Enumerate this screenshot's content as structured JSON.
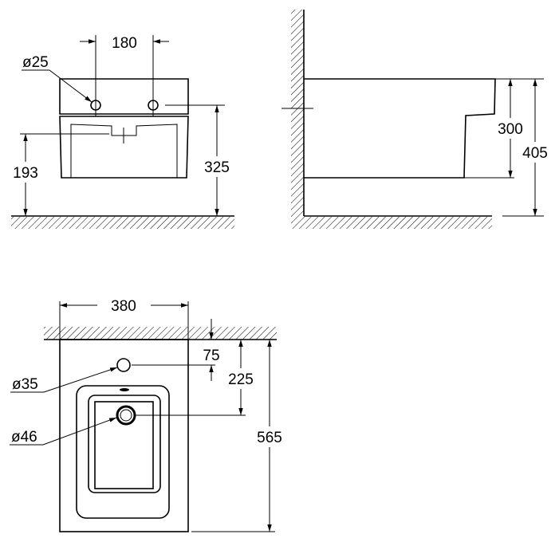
{
  "front_view": {
    "dim_tap_spacing": "180",
    "dim_tap_hole": "ø25",
    "dim_outlet_height": "193",
    "dim_tap_height": "325"
  },
  "side_view": {
    "dim_bowl_height": "300",
    "dim_total_height": "405"
  },
  "top_view": {
    "dim_width": "380",
    "dim_tap_from_wall": "75",
    "dim_drain_from_wall": "225",
    "dim_depth": "565",
    "dim_tap_hole": "ø35",
    "dim_drain_hole": "ø46"
  },
  "colors": {
    "line": "#000000",
    "background": "#ffffff"
  }
}
